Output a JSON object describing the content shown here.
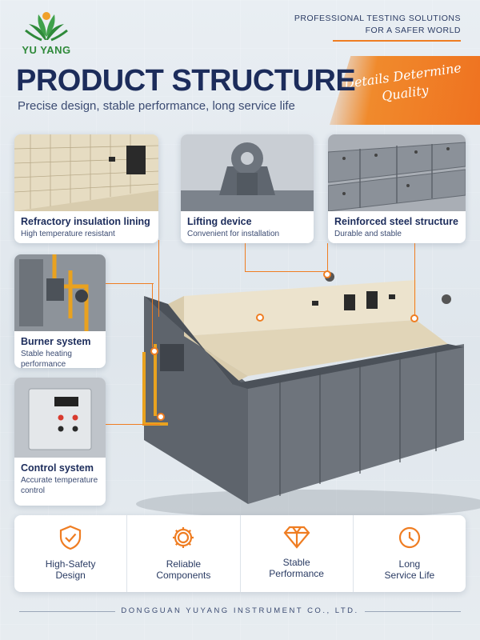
{
  "brand": {
    "name": "YU YANG"
  },
  "header": {
    "tagline_line1": "PROFESSIONAL TESTING SOLUTIONS",
    "tagline_line2": "FOR A SAFER WORLD",
    "title": "PRODUCT STRUCTURE",
    "subtitle": "Precise design, stable performance, long service life",
    "banner_line1": "Details Determine",
    "banner_line2": "Quality"
  },
  "cards": [
    {
      "label": "Refractory insulation lining",
      "desc": "High temperature resistant"
    },
    {
      "label": "Lifting device",
      "desc": "Convenient for installation"
    },
    {
      "label": "Reinforced steel structure",
      "desc": "Durable and stable"
    },
    {
      "label": "Burner system",
      "desc": "Stable heating performance"
    },
    {
      "label": "Control system",
      "desc": "Accurate temperature control"
    }
  ],
  "features": [
    {
      "icon": "shield-check-icon",
      "line1": "High-Safety",
      "line2": "Design"
    },
    {
      "icon": "gear-icon",
      "line1": "Reliable",
      "line2": "Components"
    },
    {
      "icon": "diamond-icon",
      "line1": "Stable",
      "line2": "Performance"
    },
    {
      "icon": "clock-icon",
      "line1": "Long",
      "line2": "Service Life"
    }
  ],
  "footer": {
    "company": "DONGGUAN YUYANG INSTRUMENT CO., LTD."
  },
  "colors": {
    "accent": "#ef7d22",
    "navy": "#1c2c5b",
    "green": "#2f8a3a"
  }
}
